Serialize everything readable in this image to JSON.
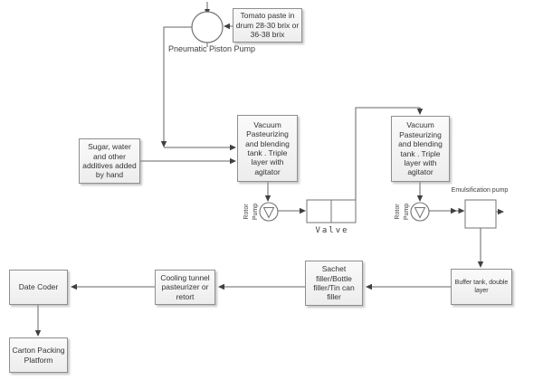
{
  "diagram": {
    "nodes": {
      "tomato_paste": "Tomato paste in drum 28-30 brix or 36-38 brix",
      "sugar_additives": "Sugar, water and other additives added by hand",
      "vacuum_tank_1": "Vacuum Pasteurizing and blending tank . Triple layer with agitator",
      "vacuum_tank_2": "Vacuum Pasteurizing and blending tank . Triple layer with agitator",
      "buffer_tank": "Buffer tank, double layer",
      "sachet_filler": "Sachet filler/Bottle filler/Tin can filler",
      "cooling_tunnel": "Cooling tunnel pasteurizer or retort",
      "date_coder": "Date Coder",
      "carton_packing": "Carton Packing Platform"
    },
    "labels": {
      "pneumatic_piston_pump": "Pneumatic Piston Pump",
      "valve": "Valve",
      "emulsification_pump": "Emulsification pump",
      "rotor_pump_1": {
        "line1": "Rotor",
        "line2": "Pump"
      },
      "rotor_pump_2": {
        "line1": "Rotor",
        "line2": "Pump"
      }
    },
    "colors": {
      "line": "#666666",
      "arrow": "#404040",
      "box_border": "#8f8f8f",
      "box_fill": "#f2f2f2"
    }
  }
}
